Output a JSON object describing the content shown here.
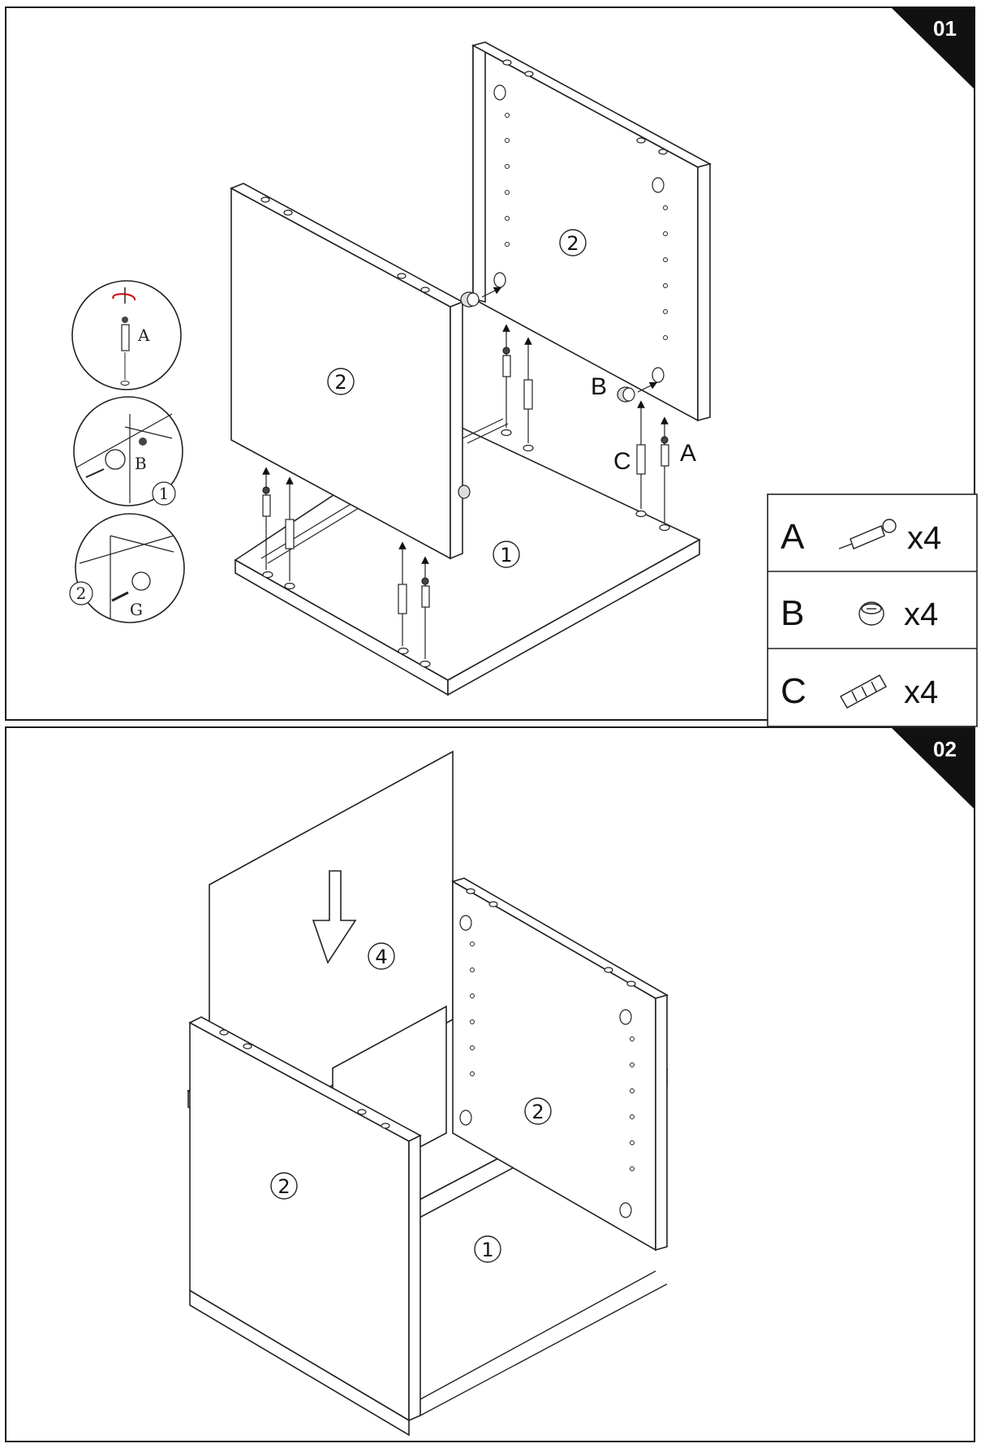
{
  "steps": [
    {
      "badge": "01"
    },
    {
      "badge": "02"
    }
  ],
  "step1": {
    "panel_labels": {
      "bottom": "1",
      "side_left": "2",
      "side_right": "2"
    },
    "callouts": {
      "a": "A",
      "b": "B",
      "c": "C"
    },
    "detail": {
      "a": "A",
      "b": "B",
      "one": "1",
      "two": "2",
      "g": "G"
    }
  },
  "parts": [
    {
      "letter": "A",
      "qty": "x4",
      "icon": "cam-bolt-icon"
    },
    {
      "letter": "B",
      "qty": "x4",
      "icon": "cam-lock-icon"
    },
    {
      "letter": "C",
      "qty": "x4",
      "icon": "wooden-dowel-icon"
    }
  ],
  "step2": {
    "panel_labels": {
      "back": "4",
      "side_left": "2",
      "side_right": "2",
      "bottom": "1"
    }
  }
}
